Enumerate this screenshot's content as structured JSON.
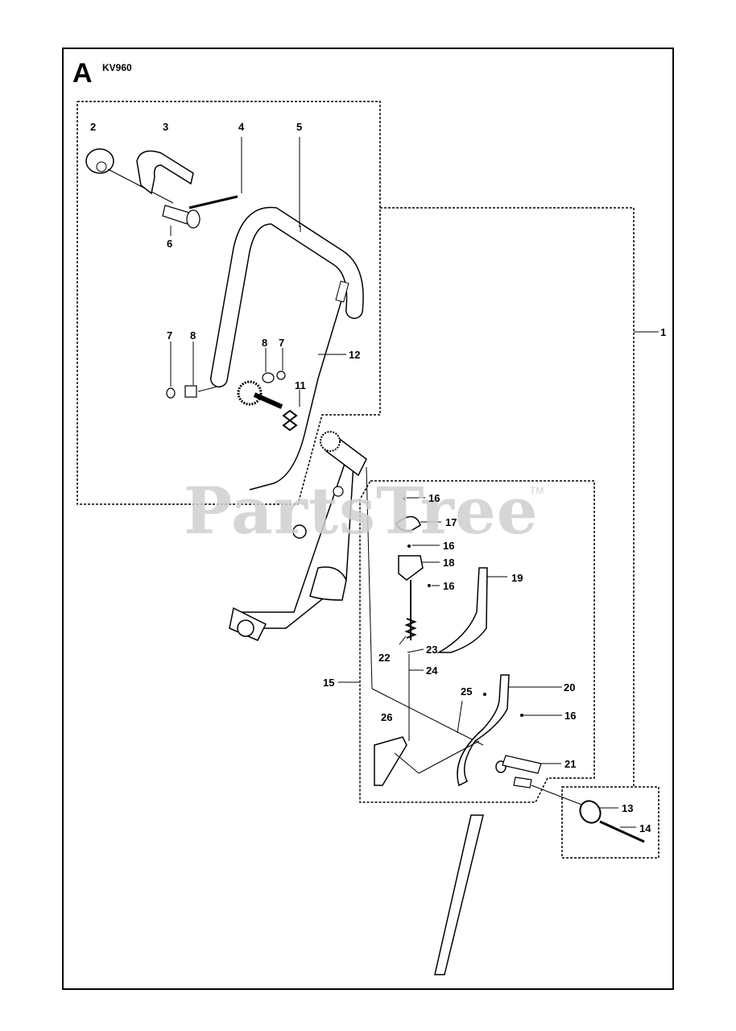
{
  "header": {
    "section_letter": "A",
    "model": "KV960"
  },
  "watermark": {
    "text": "PartsTree",
    "trademark": "TM"
  },
  "callouts": [
    "1",
    "2",
    "3",
    "4",
    "5",
    "6",
    "7",
    "8",
    "8",
    "7",
    "11",
    "12",
    "13",
    "14",
    "15",
    "16",
    "17",
    "16",
    "18",
    "16",
    "19",
    "20",
    "25",
    "16",
    "21",
    "22",
    "23",
    "24",
    "26"
  ],
  "colors": {
    "line": "#000000",
    "watermark": "#cfcfcf",
    "background": "#ffffff"
  }
}
